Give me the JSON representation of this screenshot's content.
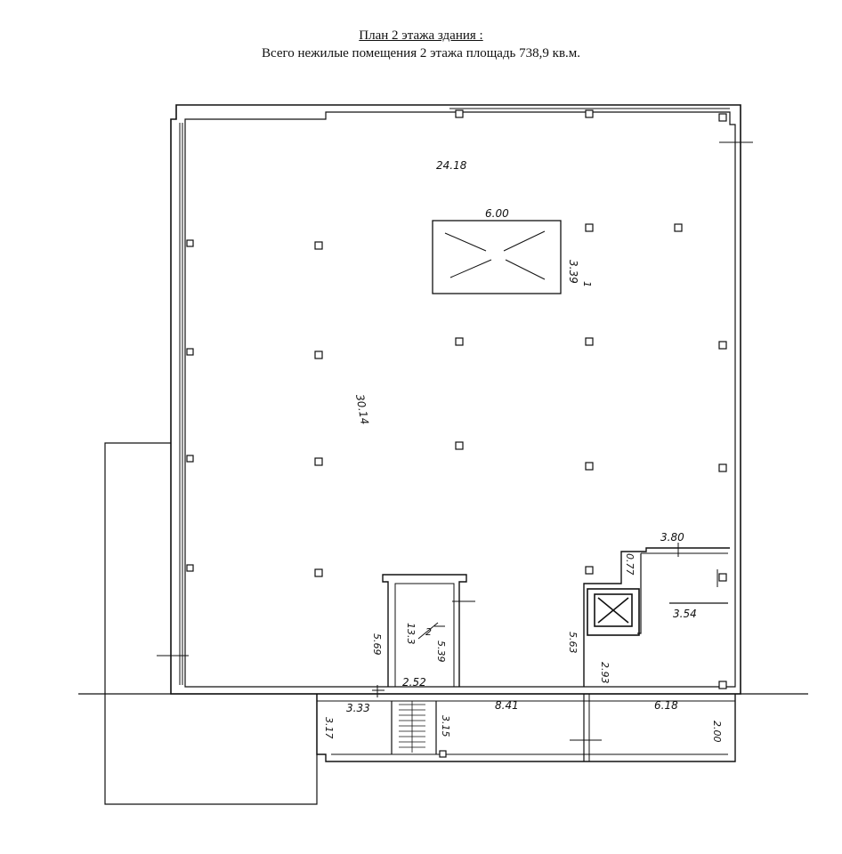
{
  "header": {
    "title": "План 2 этажа здания :",
    "subtitle": "Всего нежилые помещения 2 этажа  площадь 738,9 кв.м."
  },
  "dimensions": {
    "top_width": "24.18",
    "hall_height": "30.14",
    "opening_width": "6.00",
    "opening_height": "3.39",
    "stair_room_width": "3.80",
    "stair_room_depth": "3.54",
    "stair_room_height": "2.93",
    "stair_room_left": "5.63",
    "elevator_width": "0.77",
    "corridor_left": "5.69",
    "corridor_fraction_top": "2",
    "corridor_fraction_bottom": "13.3",
    "corridor_right": "5.39",
    "corridor_bottom": "2.52",
    "lower_left_width": "3.33",
    "lower_left_height": "3.17",
    "stair_height": "3.15",
    "lower_middle_width": "8.41",
    "lower_right_width": "6.18",
    "lower_right_height": "2.00",
    "opening_mark": "1"
  }
}
